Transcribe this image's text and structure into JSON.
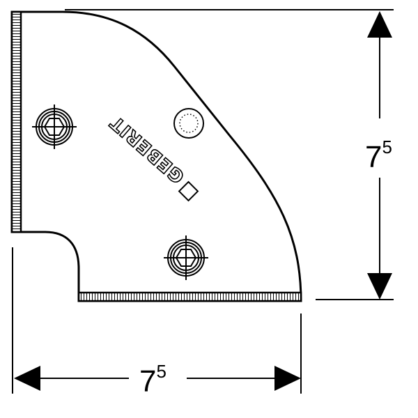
{
  "drawing": {
    "brand_logo": "GEBERIT",
    "height_dimension": {
      "base": "7",
      "superscript": "5"
    },
    "width_dimension": {
      "base": "7",
      "superscript": "5"
    },
    "colors": {
      "line": "#000000",
      "background": "#ffffff"
    }
  }
}
